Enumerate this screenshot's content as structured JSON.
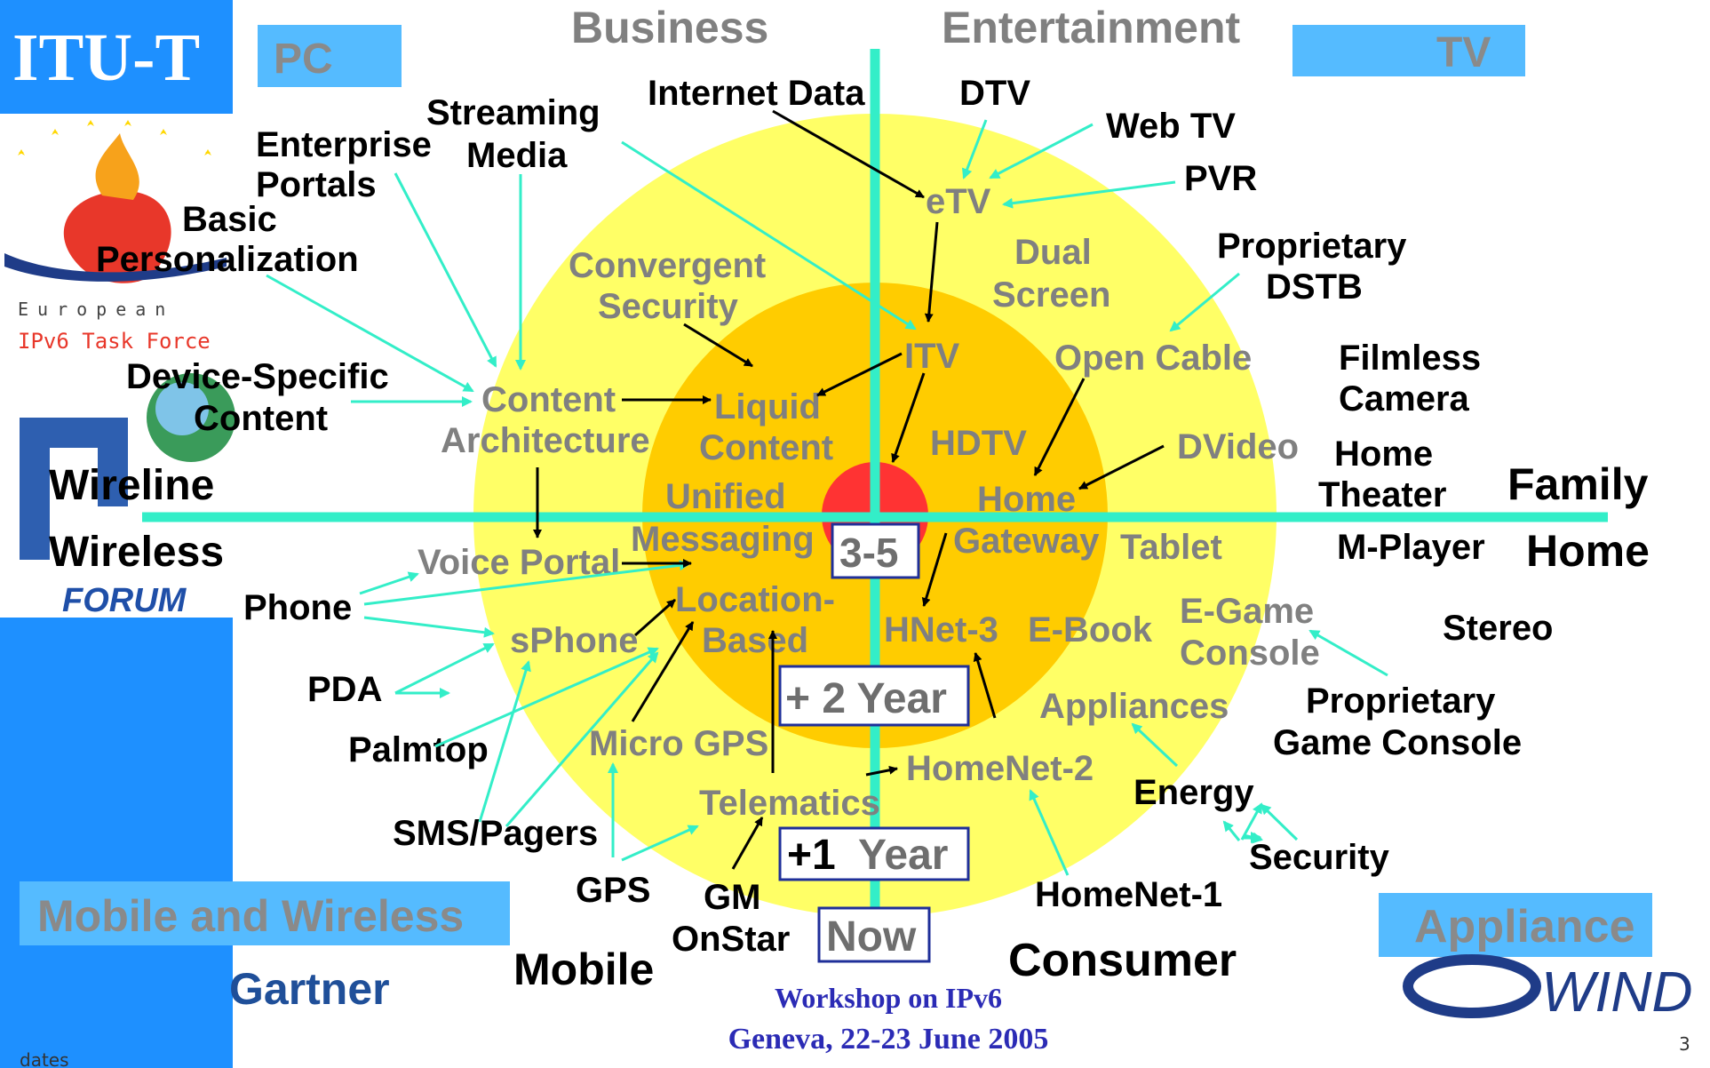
{
  "slide": {
    "itu_label": "ITU-T",
    "page_number": "3",
    "footer_left": "dates",
    "footer_line1": "Workshop on IPv6",
    "footer_line2": "Geneva, 22-23 June 2005",
    "task_force_line1": "European",
    "task_force_line2": "IPv6 Task Force",
    "forum_logo_text": "FORUM",
    "gartner_logo_text": "Gartner",
    "wind_logo_text": "WIND"
  },
  "diagram": {
    "axes": {
      "top_left": "Business",
      "top_right": "Entertainment",
      "left_top": "Wireline",
      "left_bottom": "Wireless",
      "right_top": "Family",
      "right_bottom": "Home",
      "bottom_left": "Mobile",
      "bottom_right": "Consumer"
    },
    "quadrants": {
      "pc": "PC",
      "tv": "TV",
      "mobile": "Mobile and Wireless",
      "appliance": "Appliance"
    },
    "horizons": {
      "core": "3-5",
      "two_year": "+ 2 Year",
      "one_year_a": "+1",
      "one_year_b": "Year",
      "now": "Now"
    },
    "technologies": {
      "etv": "eTV",
      "dual_screen_1": "Dual",
      "dual_screen_2": "Screen",
      "convergent_1": "Convergent",
      "convergent_2": "Security",
      "itv": "ITV",
      "open_cable": "Open Cable",
      "content_arch_1": "Content",
      "content_arch_2": "Architecture",
      "liquid_1": "Liquid",
      "liquid_2": "Content",
      "hdtv": "HDTV",
      "dvideo": "DVideo",
      "unified_1": "Unified",
      "unified_2": "Messaging",
      "home_gw_1": "Home",
      "home_gw_2": "Gateway",
      "tablet": "Tablet",
      "voice_portal": "Voice Portal",
      "location_1": "Location-",
      "location_2": "Based",
      "sphone": "sPhone",
      "hnet3": "HNet-3",
      "ebook": "E-Book",
      "egame_1": "E-Game",
      "egame_2": "Console",
      "appliances": "Appliances",
      "micro_gps": "Micro GPS",
      "homenet2": "HomeNet-2",
      "telematics": "Telematics"
    },
    "drivers": {
      "internet_data": "Internet Data",
      "dtv": "DTV",
      "web_tv": "Web TV",
      "pvr": "PVR",
      "streaming_1": "Streaming",
      "streaming_2": "Media",
      "enterprise_1": "Enterprise",
      "enterprise_2": "Portals",
      "basic_1": "Basic",
      "basic_2": "Personalization",
      "proprietary_dstb_1": "Proprietary",
      "proprietary_dstb_2": "DSTB",
      "filmless_1": "Filmless",
      "filmless_2": "Camera",
      "device_specific_1": "Device-Specific",
      "device_specific_2": "Content",
      "home_theater_1": "Home",
      "home_theater_2": "Theater",
      "m_player": "M-Player",
      "phone": "Phone",
      "stereo": "Stereo",
      "pda": "PDA",
      "proprietary_game_1": "Proprietary",
      "proprietary_game_2": "Game Console",
      "palmtop": "Palmtop",
      "energy": "Energy",
      "sms_pagers": "SMS/Pagers",
      "security": "Security",
      "gps": "GPS",
      "gm_onstar_1": "GM",
      "gm_onstar_2": "OnStar",
      "homenet1": "HomeNet-1"
    }
  },
  "colors": {
    "outer_ring": "#FFFF66",
    "middle_ring": "#FFCC00",
    "core": "#FF3333",
    "axis": "#33EEC8",
    "quadrant_box": "#55BBFF",
    "sidebar": "#1E90FF",
    "footer_text": "#2B2BB5",
    "tech_text": "#808080"
  }
}
